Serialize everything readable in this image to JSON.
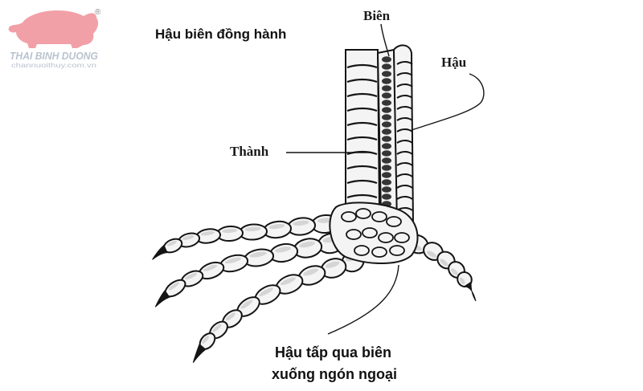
{
  "logo": {
    "name": "THAI BINH DUONG",
    "website": "channuoithuy.com.vn",
    "registered_mark": "®",
    "colors": {
      "pig": "#f2a0a8",
      "text": "#b9c3cf"
    }
  },
  "diagram": {
    "title": "Hậu biên đồng hành",
    "labels": {
      "bien": "Biên",
      "hau": "Hậu",
      "thanh": "Thành",
      "bottom_line1": "Hậu tấp qua biên",
      "bottom_line2": "xuống ngón ngoại"
    },
    "colors": {
      "ink": "#141414",
      "scale_fill": "#f4f4f4",
      "scale_shade": "#9a9a9a"
    }
  }
}
